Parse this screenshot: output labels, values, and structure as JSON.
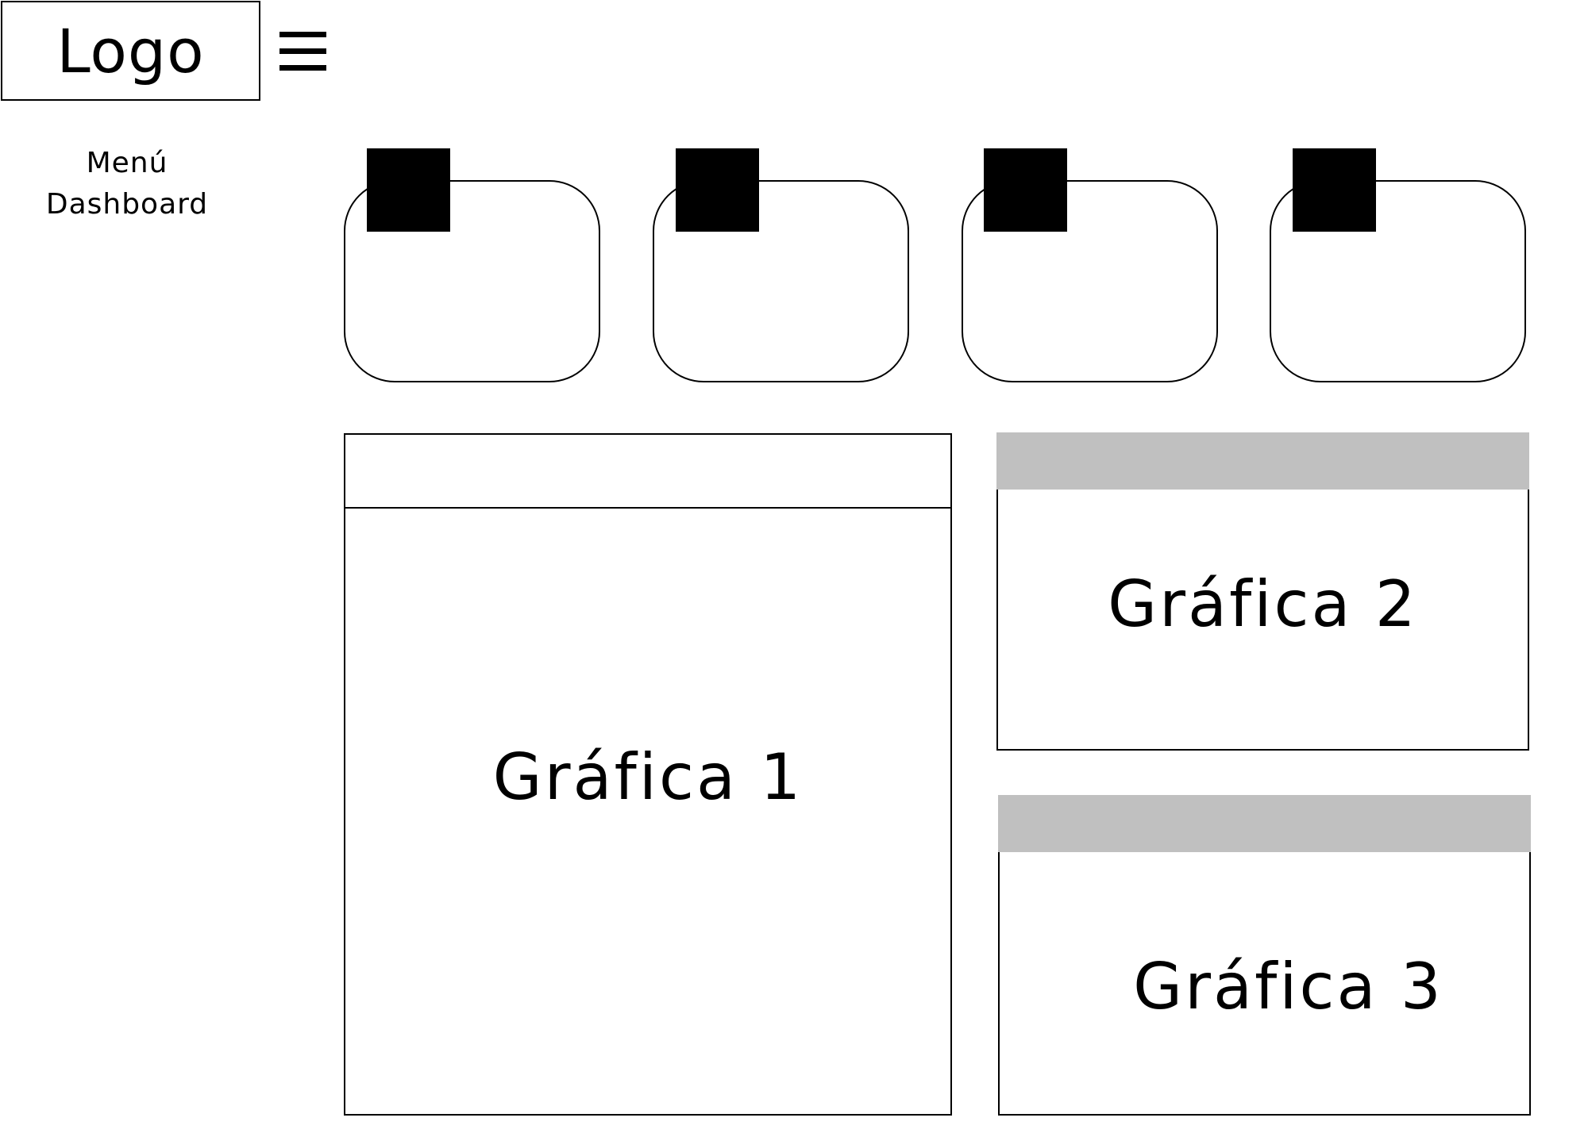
{
  "header": {
    "logo_text": "Logo",
    "menu_icon": "hamburger-menu-icon"
  },
  "sidebar": {
    "menu_label_line1": "Menú",
    "menu_label_line2": "Dashboard"
  },
  "kpi_cards": [
    {
      "icon": "black-square-icon"
    },
    {
      "icon": "black-square-icon"
    },
    {
      "icon": "black-square-icon"
    },
    {
      "icon": "black-square-icon"
    }
  ],
  "charts": {
    "chart1": {
      "title": "Gráfica 1"
    },
    "chart2": {
      "title": "Gráfica 2"
    },
    "chart3": {
      "title": "Gráfica 3"
    }
  },
  "colors": {
    "border": "#000000",
    "header_gray": "#c0c0c0",
    "background": "#ffffff"
  }
}
